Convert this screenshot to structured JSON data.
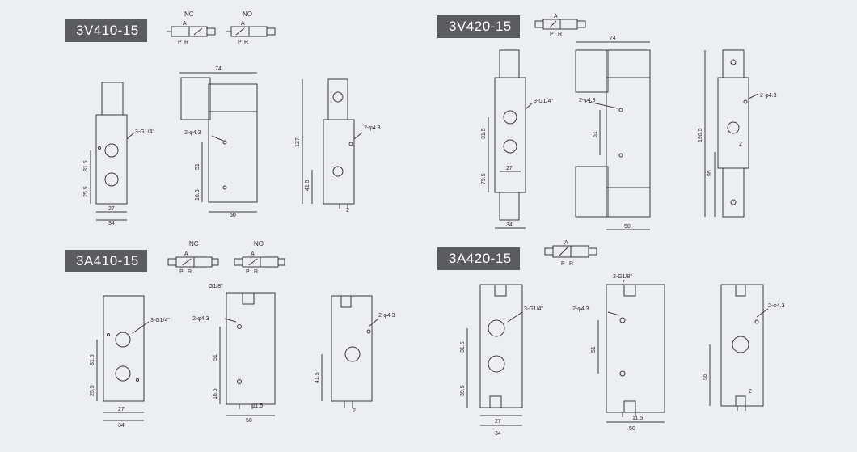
{
  "sections": [
    {
      "title": "3V410-15",
      "symbols": [
        {
          "label": "NC",
          "ports": [
            "A",
            "P",
            "R"
          ]
        },
        {
          "label": "NO",
          "ports": [
            "A",
            "P",
            "R"
          ]
        }
      ],
      "views": {
        "front": {
          "port_note": "3-G1/4\"",
          "dims": [
            "31.5",
            "25.5",
            "27",
            "34"
          ]
        },
        "side": {
          "top_dim": "74",
          "hole_note": "2-φ4.3",
          "dims": [
            "51",
            "16.5",
            "50"
          ]
        },
        "end": {
          "hole_note": "2-φ4.3",
          "dims": [
            "137",
            "41.5",
            "2"
          ]
        }
      }
    },
    {
      "title": "3V420-15",
      "symbols": [
        {
          "label": "",
          "ports": [
            "A",
            "P",
            "R"
          ]
        }
      ],
      "views": {
        "front": {
          "port_note": "3-G1/4\"",
          "dims": [
            "31.5",
            "79.5",
            "27",
            "34"
          ]
        },
        "side": {
          "top_dim": "74",
          "hole_note": "2-φ4.3",
          "dims": [
            "51",
            "50"
          ]
        },
        "end": {
          "hole_note": "2-φ4.3",
          "dims": [
            "190.5",
            "95",
            "2"
          ]
        }
      }
    },
    {
      "title": "3A410-15",
      "symbols": [
        {
          "label": "NC",
          "ports": [
            "A",
            "P",
            "R"
          ]
        },
        {
          "label": "NO",
          "ports": [
            "A",
            "P",
            "R"
          ]
        }
      ],
      "views": {
        "front": {
          "port_note": "3-G1/4\"",
          "dims": [
            "31.5",
            "25.5",
            "27",
            "34"
          ]
        },
        "side": {
          "top_note": "G1/8\"",
          "hole_note": "2-φ4.3",
          "dims": [
            "51",
            "16.5",
            "11.5",
            "50"
          ]
        },
        "end": {
          "hole_note": "2-φ4.3",
          "dims": [
            "41.5",
            "2"
          ]
        }
      }
    },
    {
      "title": "3A420-15",
      "symbols": [
        {
          "label": "",
          "ports": [
            "A",
            "P",
            "R"
          ]
        }
      ],
      "views": {
        "front": {
          "port_note": "3-G1/4\"",
          "dims": [
            "31.5",
            "39.5",
            "27",
            "34"
          ]
        },
        "side": {
          "top_note": "2-G1/8\"",
          "hole_note": "2-φ4.3",
          "dims": [
            "51",
            "11.5",
            "50"
          ]
        },
        "end": {
          "hole_note": "2-φ4.3",
          "dims": [
            "55",
            "2"
          ]
        }
      }
    }
  ]
}
